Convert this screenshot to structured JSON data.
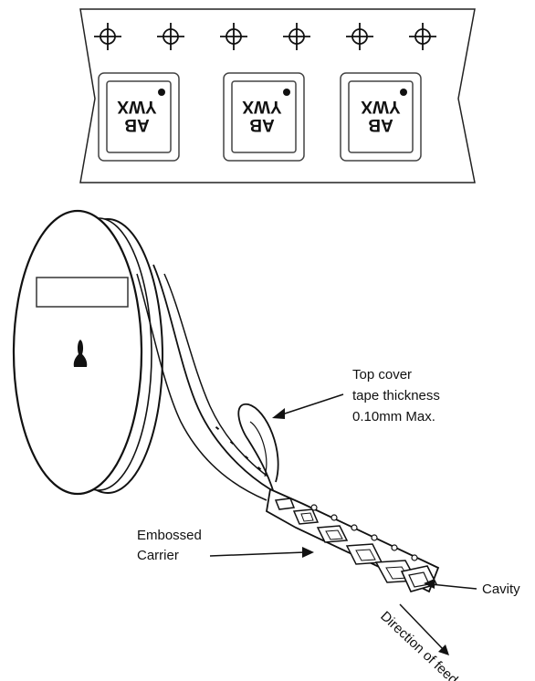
{
  "tape_top": {
    "sprocket_count": 6,
    "packages": [
      {
        "line1": "AB",
        "line2": "YWX"
      },
      {
        "line1": "AB",
        "line2": "YWX"
      },
      {
        "line1": "AB",
        "line2": "YWX"
      }
    ]
  },
  "callouts": {
    "top_cover_line1": "Top cover",
    "top_cover_line2": "tape thickness",
    "top_cover_line3": "0.10mm Max.",
    "embossed_line1": "Embossed",
    "embossed_line2": "Carrier",
    "cavity": "Cavity",
    "direction": "Direction of feed"
  }
}
